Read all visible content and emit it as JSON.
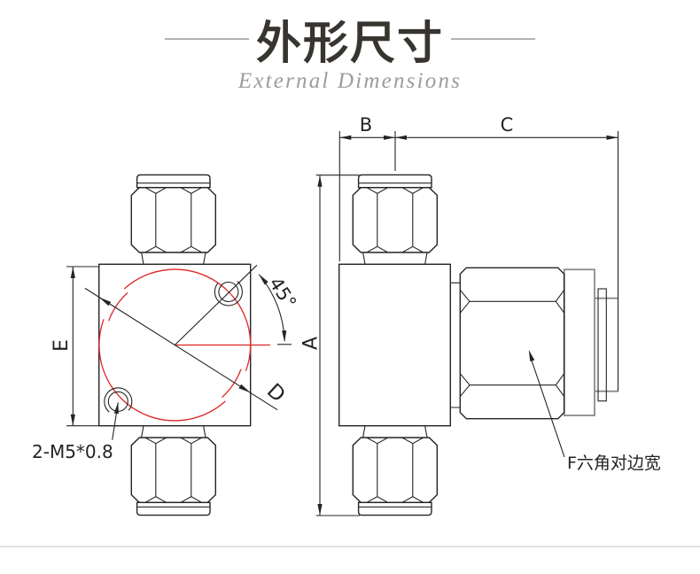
{
  "header": {
    "title_zh": "外形尺寸",
    "title_en": "External Dimensions"
  },
  "front_view": {
    "height_label": "E",
    "diagonal_label": "D",
    "angle_label": "45°",
    "thread_callout": "2-M5*0.8"
  },
  "side_view": {
    "height_label": "A",
    "body_width_label": "B",
    "length_label": "C",
    "hex_callout": "F六角对边宽"
  },
  "colors": {
    "line": "#242424",
    "accent_red": "#e02525",
    "secondary_gray": "#8a8a8a"
  }
}
